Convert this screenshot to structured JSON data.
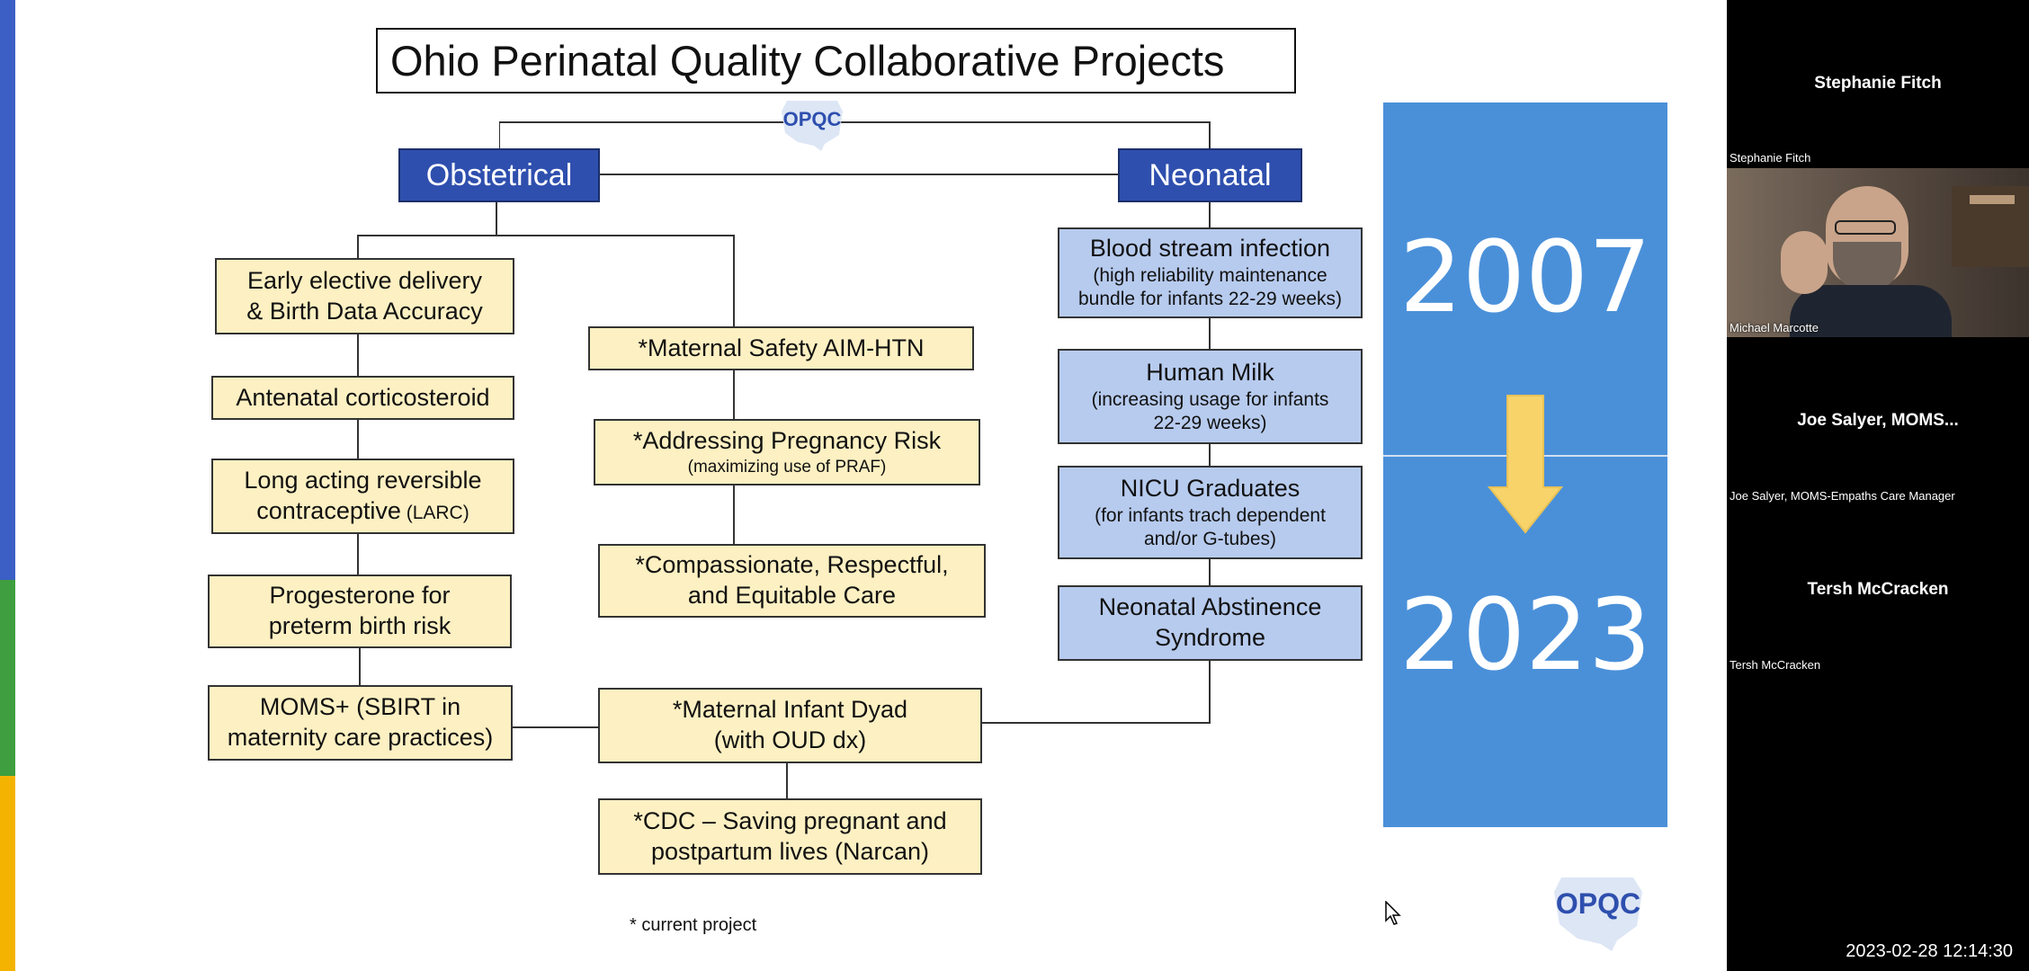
{
  "slide": {
    "title": "Ohio Perinatal Quality Collaborative Projects",
    "logo_text": "OPQC",
    "obstetrical_header": "Obstetrical",
    "neonatal_header": "Neonatal",
    "obstetrical_projects": [
      {
        "line1": "Early elective delivery",
        "line2": "& Birth Data Accuracy"
      },
      {
        "line1": "Antenatal corticosteroid"
      },
      {
        "line1": "Long acting reversible",
        "line2": "contraceptive",
        "suffix": " (LARC)"
      },
      {
        "line1": "Progesterone for",
        "line2": "preterm birth risk"
      },
      {
        "line1": "MOMS+ (SBIRT in",
        "line2": "maternity care practices)"
      }
    ],
    "current_projects": [
      {
        "line1": "*Maternal Safety AIM-HTN"
      },
      {
        "line1": "*Addressing Pregnancy Risk",
        "sub": "(maximizing use of PRAF)"
      },
      {
        "line1": "*Compassionate, Respectful,",
        "line2": "and Equitable Care"
      },
      {
        "line1": "*Maternal Infant Dyad",
        "line2": "(with OUD dx)"
      },
      {
        "line1": "*CDC – Saving pregnant and",
        "line2": "postpartum lives (Narcan)"
      }
    ],
    "neonatal_projects": [
      {
        "line1": "Blood stream infection",
        "sub1": "(high reliability maintenance",
        "sub2": "bundle for infants 22-29 weeks)"
      },
      {
        "line1": "Human Milk",
        "sub1": "(increasing usage for infants",
        "sub2": "22-29 weeks)"
      },
      {
        "line1": "NICU Graduates",
        "sub1": "(for infants trach dependent",
        "sub2": "and/or G-tubes)"
      },
      {
        "line1": "Neonatal Abstinence",
        "line2": "Syndrome"
      }
    ],
    "year_start": "2007",
    "year_end": "2023",
    "footnote": "* current project",
    "colors": {
      "header_blue": "#2e4fae",
      "obstetrical_fill": "#fdf0c2",
      "neonatal_fill": "#b7cbee",
      "year_panel": "#4a90d9",
      "arrow": "#f7d36a"
    }
  },
  "participants": [
    {
      "name": "Stephanie Fitch",
      "caption": "Stephanie Fitch",
      "video": false
    },
    {
      "name": "Michael Marcotte",
      "caption": "Michael Marcotte",
      "video": true
    },
    {
      "name": "Joe Salyer, MOMS...",
      "caption": "Joe Salyer, MOMS-Empaths Care Manager",
      "video": false
    },
    {
      "name": "Tersh McCracken",
      "caption": "Tersh McCracken",
      "video": false
    }
  ],
  "timestamp": "2023-02-28  12:14:30"
}
